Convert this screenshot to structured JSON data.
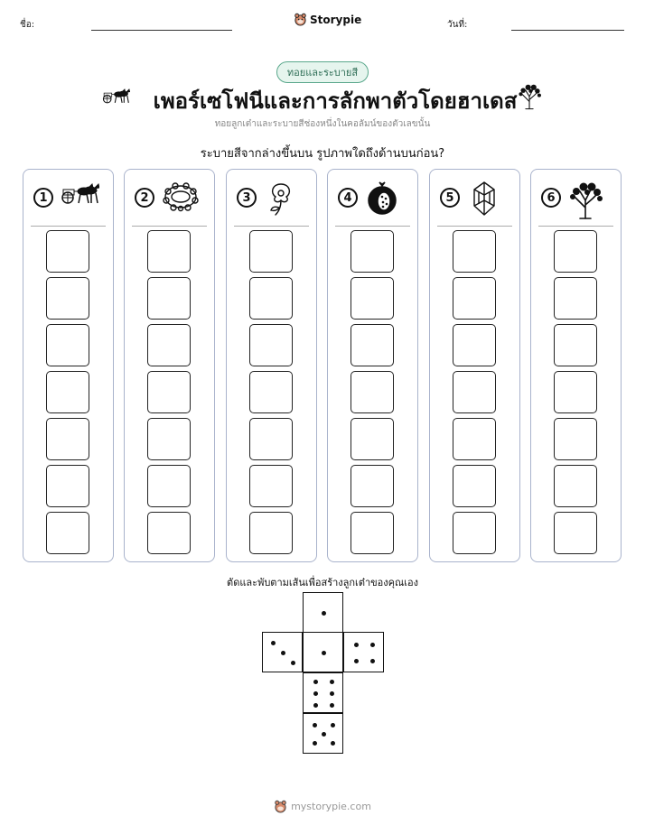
{
  "header": {
    "name_label": "ชื่อ:",
    "date_label": "วันที่:",
    "brand": "Storypie"
  },
  "badge": "ทอยและระบายสี",
  "title": "เพอร์เซโฟนีและการลักพาตัวโดยฮาเดส",
  "subtitle": "ทอยลูกเต๋าและระบายสีช่องหนึ่งในคอลัมน์ของตัวเลขนั้น",
  "question": "ระบายสีจากล่างขึ้นบน รูปภาพใดถึงด้านบนก่อน?",
  "columns": [
    {
      "number": "1",
      "icon": "chariot-icon"
    },
    {
      "number": "2",
      "icon": "flower-wreath-icon"
    },
    {
      "number": "3",
      "icon": "poppy-flower-icon"
    },
    {
      "number": "4",
      "icon": "pomegranate-icon"
    },
    {
      "number": "5",
      "icon": "crystal-gem-icon"
    },
    {
      "number": "6",
      "icon": "tree-icon"
    }
  ],
  "boxes_per_column": 7,
  "cut_instruction": "ตัดและพับตามเส้นเพื่อสร้างลูกเต๋าของคุณเอง",
  "dice_faces": [
    1,
    3,
    1,
    4,
    6,
    5
  ],
  "footer": "mystorypie.com"
}
